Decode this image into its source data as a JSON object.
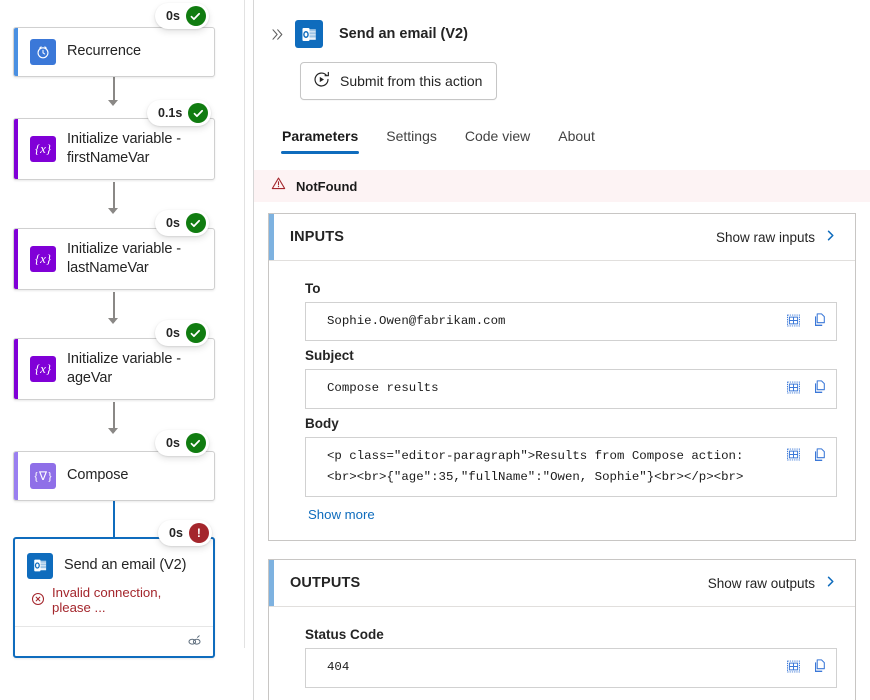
{
  "canvas": {
    "nodes": [
      {
        "id": "recurrence",
        "title": "Recurrence",
        "icon": "clock-icon",
        "icon_bg": "#3b78d8",
        "accent": "#4a90e2",
        "badge_time": "0s",
        "badge_status": "success"
      },
      {
        "id": "init-firstname",
        "title": "Initialize variable - firstNameVar",
        "icon": "variable-icon",
        "icon_bg": "#8000d7",
        "accent": "#8000d7",
        "badge_time": "0.1s",
        "badge_status": "success"
      },
      {
        "id": "init-lastname",
        "title": "Initialize variable - lastNameVar",
        "icon": "variable-icon",
        "icon_bg": "#8000d7",
        "accent": "#8000d7",
        "badge_time": "0s",
        "badge_status": "success"
      },
      {
        "id": "init-age",
        "title": "Initialize variable - ageVar",
        "icon": "variable-icon",
        "icon_bg": "#8000d7",
        "accent": "#8000d7",
        "badge_time": "0s",
        "badge_status": "success"
      },
      {
        "id": "compose",
        "title": "Compose",
        "icon": "compose-icon",
        "icon_bg": "#8f6fe8",
        "accent": "#9a7ff0",
        "badge_time": "0s",
        "badge_status": "success"
      },
      {
        "id": "send-email",
        "title": "Send an email (V2)",
        "icon": "outlook-icon",
        "icon_bg": "#0f6cbd",
        "accent": "#0f6cbd",
        "badge_time": "0s",
        "badge_status": "error",
        "error_text": "Invalid connection, please ...",
        "footer_icon": "broken-link-icon",
        "selected": true
      }
    ]
  },
  "panel": {
    "collapse_icon": "chevron-double-right-icon",
    "header_icon": "outlook-icon",
    "title": "Send an email (V2)",
    "submit_button": {
      "label": "Submit from this action",
      "icon": "play-resubmit-icon"
    },
    "tabs": [
      {
        "label": "Parameters",
        "active": true
      },
      {
        "label": "Settings",
        "active": false
      },
      {
        "label": "Code view",
        "active": false
      },
      {
        "label": "About",
        "active": false
      }
    ],
    "error_banner": {
      "icon": "warning-triangle-icon",
      "text": "NotFound",
      "bg": "#fdf3f4"
    },
    "inputs_card": {
      "title": "INPUTS",
      "raw_link": "Show raw inputs",
      "raw_link_icon": "chevron-right-icon",
      "accent": "#7eb2e0",
      "fields": [
        {
          "label": "To",
          "value": "Sophie.Owen@fabrikam.com",
          "tools": [
            "table-view-icon",
            "copy-icon"
          ]
        },
        {
          "label": "Subject",
          "value": "Compose results",
          "tools": [
            "table-view-icon",
            "copy-icon"
          ]
        },
        {
          "label": "Body",
          "value": "<p class=\"editor-paragraph\">Results from Compose action: <br><br>{\"age\":35,\"fullName\":\"Owen, Sophie\"}<br></p><br>",
          "tools": [
            "table-view-icon",
            "copy-icon"
          ]
        }
      ],
      "show_more": "Show more"
    },
    "outputs_card": {
      "title": "OUTPUTS",
      "raw_link": "Show raw outputs",
      "raw_link_icon": "chevron-right-icon",
      "accent": "#7eb2e0",
      "fields": [
        {
          "label": "Status Code",
          "value": "404",
          "tools": [
            "table-view-icon",
            "copy-icon"
          ]
        }
      ]
    }
  }
}
